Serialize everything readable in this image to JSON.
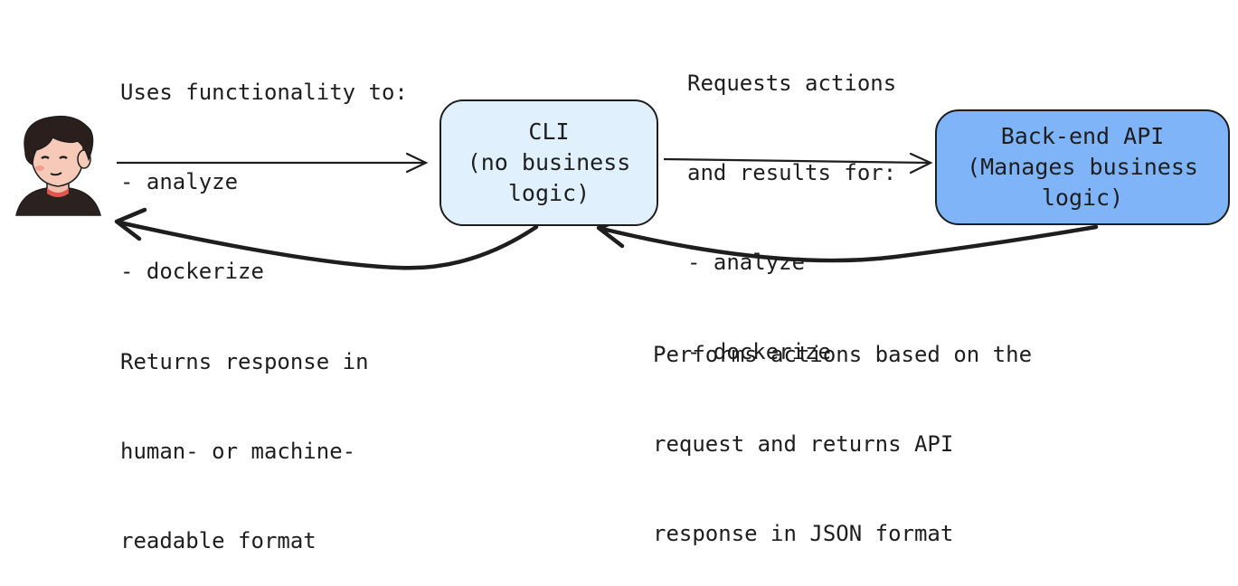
{
  "user": {
    "icon": "user-avatar-icon"
  },
  "cli_box": {
    "lines": [
      "CLI",
      "(no business",
      "logic)"
    ],
    "fill": "#e0f0fc"
  },
  "api_box": {
    "lines": [
      "Back-end API",
      "(Manages business",
      "logic)"
    ],
    "fill": "#80b4f8"
  },
  "labels": {
    "user_to_cli": [
      "Uses functionality to:",
      "- analyze",
      "- dockerize"
    ],
    "cli_to_api": [
      "Requests actions",
      "and results for:",
      "- analyze",
      "- dockerize"
    ],
    "cli_to_user": [
      "Returns response in",
      "human- or machine-",
      "readable format"
    ],
    "api_to_cli": [
      "Performs actions based on the",
      "request and returns API",
      "response in JSON format"
    ]
  }
}
